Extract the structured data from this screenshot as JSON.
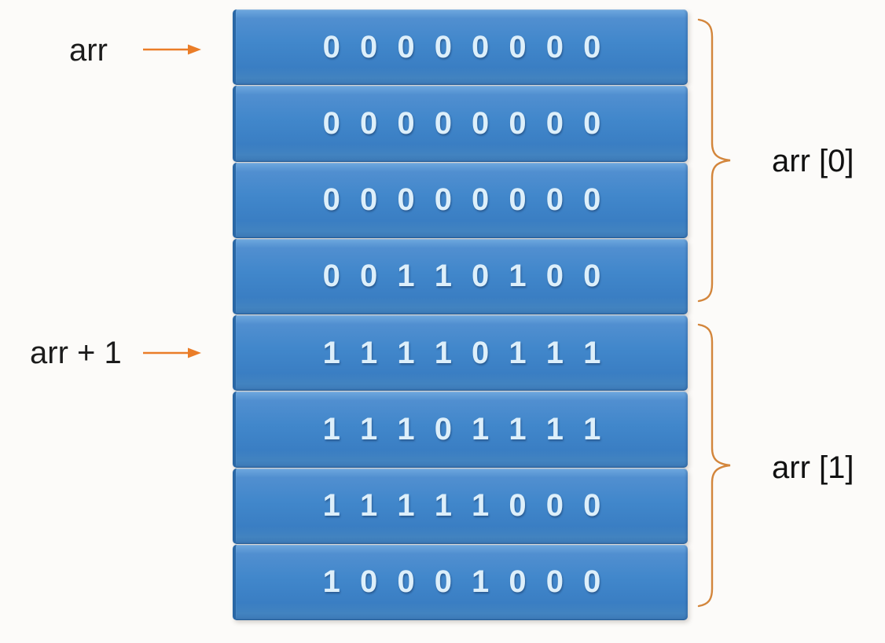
{
  "pointers": [
    {
      "label": "arr",
      "points_to_row": 1
    },
    {
      "label": "arr + 1",
      "points_to_row": 5
    }
  ],
  "rows": [
    {
      "bits": "0 0 0 0 0 0 0 0"
    },
    {
      "bits": "0 0 0 0 0 0 0 0"
    },
    {
      "bits": "0 0 0 0 0 0 0 0"
    },
    {
      "bits": "0 0 1 1 0 1 0 0"
    },
    {
      "bits": "1 1 1 1 0 1 1 1"
    },
    {
      "bits": "1 1 1 0 1 1 1 1"
    },
    {
      "bits": "1 1 1 1 1 0 0 0"
    },
    {
      "bits": "1 0 0 0 1 0 0 0"
    }
  ],
  "groups": [
    {
      "label": "arr [0]",
      "rows_spanned": "1-4"
    },
    {
      "label": "arr [1]",
      "rows_spanned": "5-8"
    }
  ],
  "colors": {
    "bar_blue": "#4187cb",
    "bar_blue_light": "#6fa9df",
    "bar_blue_dark": "#2a67a5",
    "digit_text": "#ddeffa",
    "arrow_orange": "#ea7d28",
    "brace_orange": "#d3863c",
    "label_text": "#1c1c1c",
    "background": "#fcfbf9"
  }
}
